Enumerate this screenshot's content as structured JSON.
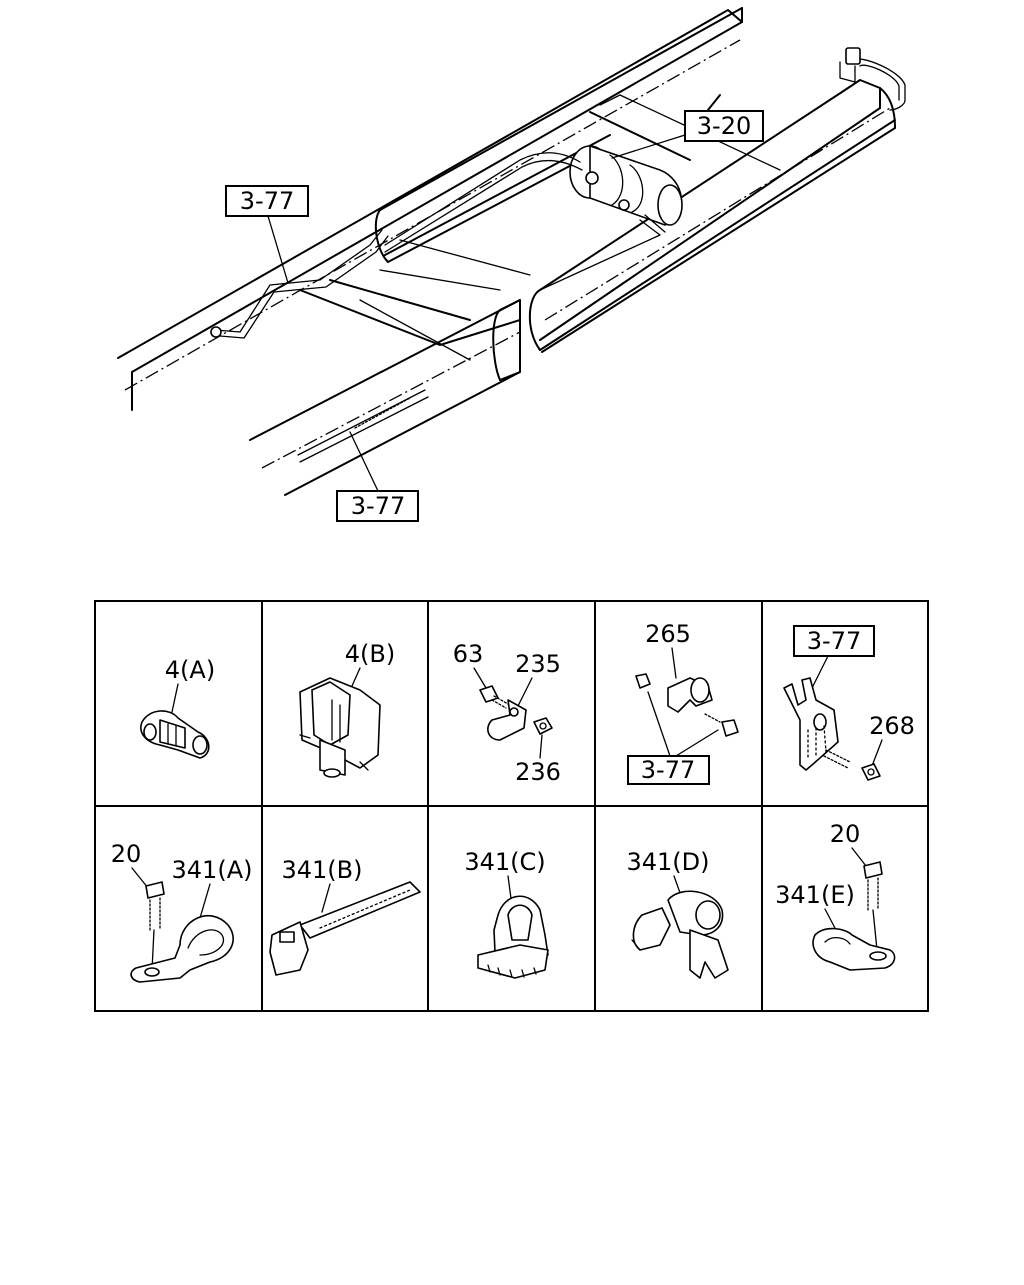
{
  "callouts": {
    "ref_3_20": "3-20",
    "ref_3_77_top": "3-77",
    "ref_3_77_bottom": "3-77"
  },
  "cells": [
    {
      "labels": [
        "4(A)"
      ]
    },
    {
      "labels": [
        "4(B)"
      ]
    },
    {
      "labels": [
        "63",
        "235",
        "236"
      ]
    },
    {
      "labels": [
        "265",
        "3-77"
      ]
    },
    {
      "labels": [
        "3-77",
        "268"
      ]
    },
    {
      "labels": [
        "20",
        "341(A)"
      ]
    },
    {
      "labels": [
        "341(B)"
      ]
    },
    {
      "labels": [
        "341(C)"
      ]
    },
    {
      "labels": [
        "341(D)"
      ]
    },
    {
      "labels": [
        "20",
        "341(E)"
      ]
    }
  ]
}
